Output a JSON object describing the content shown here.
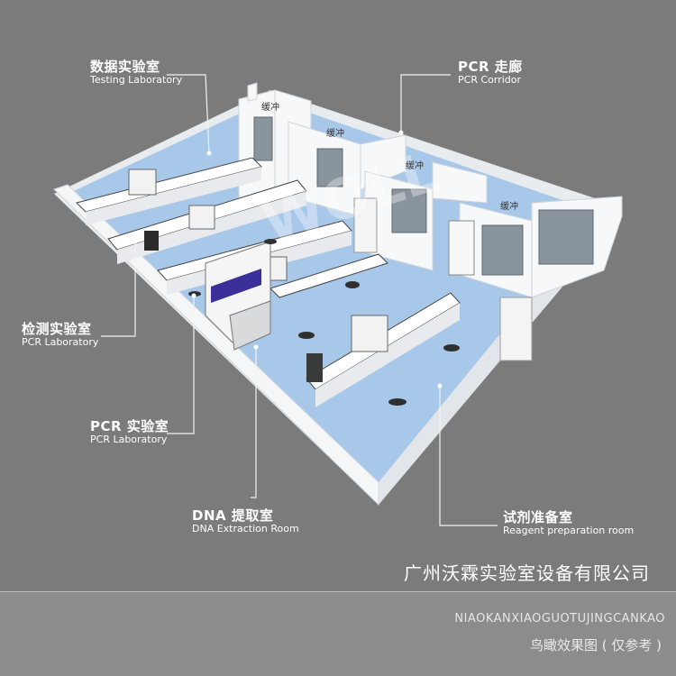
{
  "labels": {
    "testing": {
      "cn": "数据实验室",
      "en": "Testing Laboratory"
    },
    "corridor": {
      "cn": "PCR 走廊",
      "en": "PCR Corridor"
    },
    "detection": {
      "cn": "检测实验室",
      "en": "PCR Laboratory"
    },
    "pcr": {
      "cn": "PCR 实验室",
      "en": "PCR Laboratory"
    },
    "dna": {
      "cn": "DNA 提取室",
      "en": "DNA Extraction Room"
    },
    "reagent": {
      "cn": "试剂准备室",
      "en": "Reagent preparation room"
    }
  },
  "buffers": [
    "缓冲",
    "缓冲",
    "缓冲",
    "缓冲"
  ],
  "watermark": "WOLL",
  "footer": {
    "company": "广州沃霖实验室设备有限公司",
    "pinyin": "NIAOKANXIAOGUOTUJINGCANKAO",
    "note": "鸟瞰效果图 ( 仅参考 )"
  },
  "colors": {
    "background": "#7b7b7b",
    "floor": "#9fc3e6",
    "wall": "#ffffff",
    "hood_panel": "#3b2f9a"
  }
}
